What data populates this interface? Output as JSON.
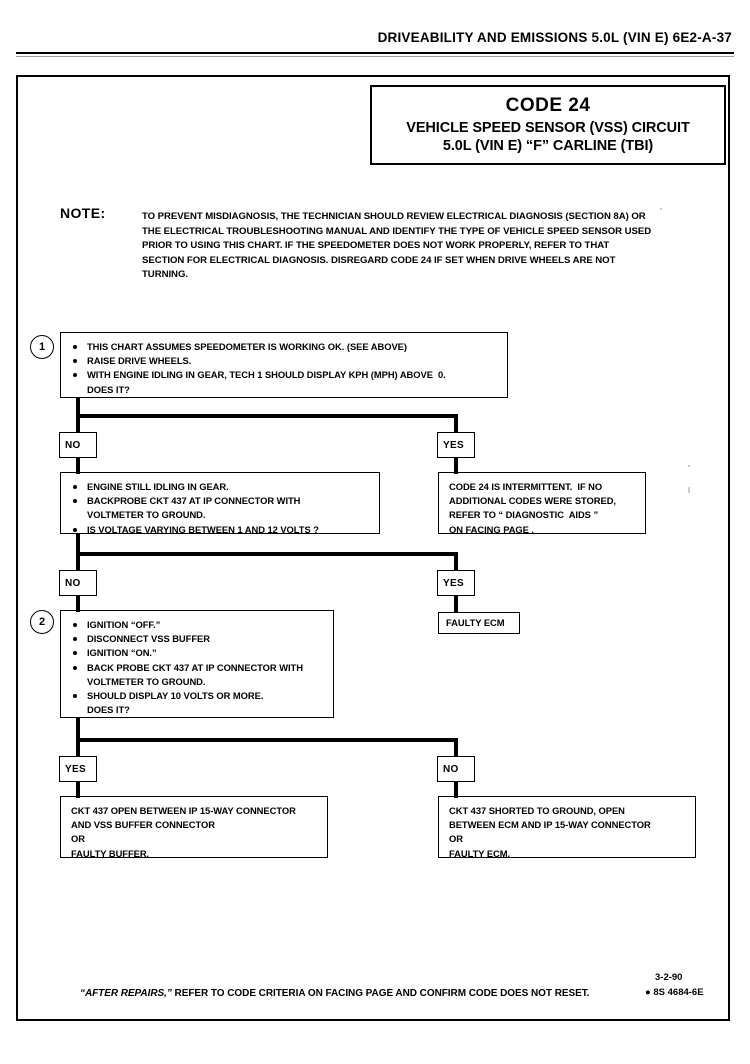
{
  "header": {
    "text": "DRIVEABILITY AND EMISSIONS  5.0L  (VIN E)  6E2-A-37"
  },
  "title_block": {
    "code": "CODE 24",
    "line1": "VEHICLE SPEED SENSOR (VSS) CIRCUIT",
    "line2": "5.0L  (VIN E)  “F”  CARLINE  (TBI)"
  },
  "note": {
    "label": "NOTE:",
    "body": "TO PREVENT MISDIAGNOSIS, THE TECHNICIAN SHOULD REVIEW ELECTRICAL DIAGNOSIS (SECTION 8A) OR THE ELECTRICAL TROUBLESHOOTING MANUAL AND IDENTIFY THE TYPE OF VEHICLE SPEED SENSOR USED PRIOR TO USING THIS CHART.  IF THE SPEEDOMETER DOES NOT WORK PROPERLY, REFER TO THAT SECTION FOR ELECTRICAL DIAGNOSIS.  DISREGARD CODE 24 IF SET WHEN DRIVE WHEELS ARE NOT TURNING."
  },
  "steps": {
    "one": "1",
    "two": "2"
  },
  "step1": {
    "bullet1": "THIS CHART ASSUMES SPEEDOMETER IS WORKING OK. (SEE ABOVE)",
    "bullet2": "RAISE DRIVE WHEELS.",
    "bullet3": "WITH ENGINE IDLING IN GEAR, TECH 1 SHOULD DISPLAY KPH (MPH) ABOVE  0.\nDOES IT?"
  },
  "branch1": {
    "no_label": "NO",
    "yes_label": "YES"
  },
  "step1_no_box": {
    "bullet1": "ENGINE STILL IDLING IN GEAR.",
    "bullet2": "BACKPROBE CKT 437 AT IP CONNECTOR WITH\nVOLTMETER TO GROUND.",
    "bullet3": "IS VOLTAGE VARYING BETWEEN 1 AND 12  VOLTS ?"
  },
  "step1_yes_box": {
    "line1": "CODE 24 IS INTERMITTENT.  IF NO",
    "line2": "ADDITIONAL CODES WERE STORED,",
    "line3": "REFER TO “ DIAGNOSTIC  AIDS ”",
    "line4": "ON FACING PAGE ."
  },
  "branch2": {
    "no_label": "NO",
    "yes_label": "YES"
  },
  "step2": {
    "bullet1": "IGNITION “OFF.”",
    "bullet2": "DISCONNECT VSS BUFFER",
    "bullet3": "IGNITION “ON.”",
    "bullet4": "BACK PROBE CKT 437 AT IP CONNECTOR WITH\nVOLTMETER TO GROUND.",
    "bullet5": "SHOULD DISPLAY 10 VOLTS OR MORE.\nDOES IT?"
  },
  "faulty_ecm_box": {
    "text": "FAULTY ECM"
  },
  "branch3": {
    "yes_label": "YES",
    "no_label": "NO"
  },
  "step2_yes_box": {
    "line1": "CKT 437 OPEN BETWEEN IP 15-WAY CONNECTOR",
    "line2": "AND VSS BUFFER CONNECTOR",
    "line3": "OR",
    "line4": "FAULTY BUFFER."
  },
  "step2_no_box": {
    "line1": "CKT 437 SHORTED TO GROUND, OPEN",
    "line2": "BETWEEN ECM AND IP 15-WAY CONNECTOR",
    "line3": "OR",
    "line4": "FAULTY ECM."
  },
  "footer": {
    "note_italic": "“AFTER REPAIRS,”",
    "note_rest": " REFER TO CODE CRITERIA ON FACING PAGE AND CONFIRM CODE DOES NOT RESET.",
    "date": "3-2-90",
    "code": "● 8S 4684-6E"
  },
  "colors": {
    "ink": "#000000",
    "paper": "#ffffff"
  }
}
